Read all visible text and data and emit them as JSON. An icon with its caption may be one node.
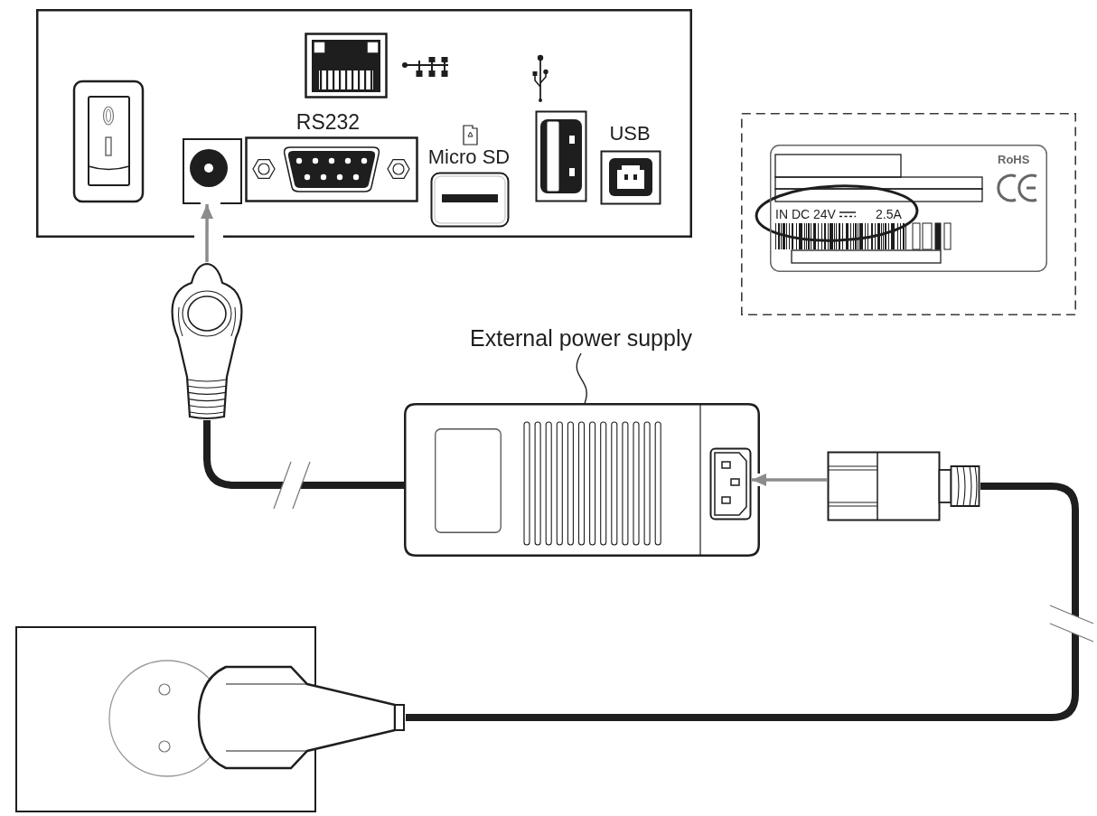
{
  "diagram": {
    "nodes": [
      {
        "text": [],
        "shape": "box"
      },
      {
        "text": [],
        "shape": "picture",
        "in": 0
      },
      {
        "text": [],
        "shape": "box"
      },
      {
        "text": [
          "RoHS",
          "IN DC 24V",
          "2.5A"
        ],
        "in": 2
      },
      {
        "text": [],
        "shape": "picture"
      },
      {
        "text": [
          "External power supply"
        ]
      },
      {
        "text": [],
        "shape": "box"
      },
      {
        "text": [],
        "shape": "box",
        "in": 6
      },
      {
        "text": [],
        "shape": "picture",
        "in": 6
      },
      {
        "text": [],
        "shape": "picture"
      },
      {
        "text": [],
        "shape": "box"
      },
      {
        "text": [],
        "shape": "picture"
      }
    ],
    "edges": [
      {
        "from": 4,
        "to": 1,
        "arrow": "to",
        "color": "#8c8c8c"
      },
      {
        "from": 4,
        "to": 6,
        "arrow": "none",
        "style": "thick"
      },
      {
        "from": 9,
        "to": 8,
        "arrow": "to",
        "color": "#8c8c8c"
      },
      {
        "from": 9,
        "to": 11,
        "arrow": "none",
        "style": "thick"
      },
      {
        "from": 5,
        "to": 6,
        "arrow": "none"
      }
    ],
    "labels": [
      "RS232",
      "Micro SD",
      "USB"
    ]
  }
}
